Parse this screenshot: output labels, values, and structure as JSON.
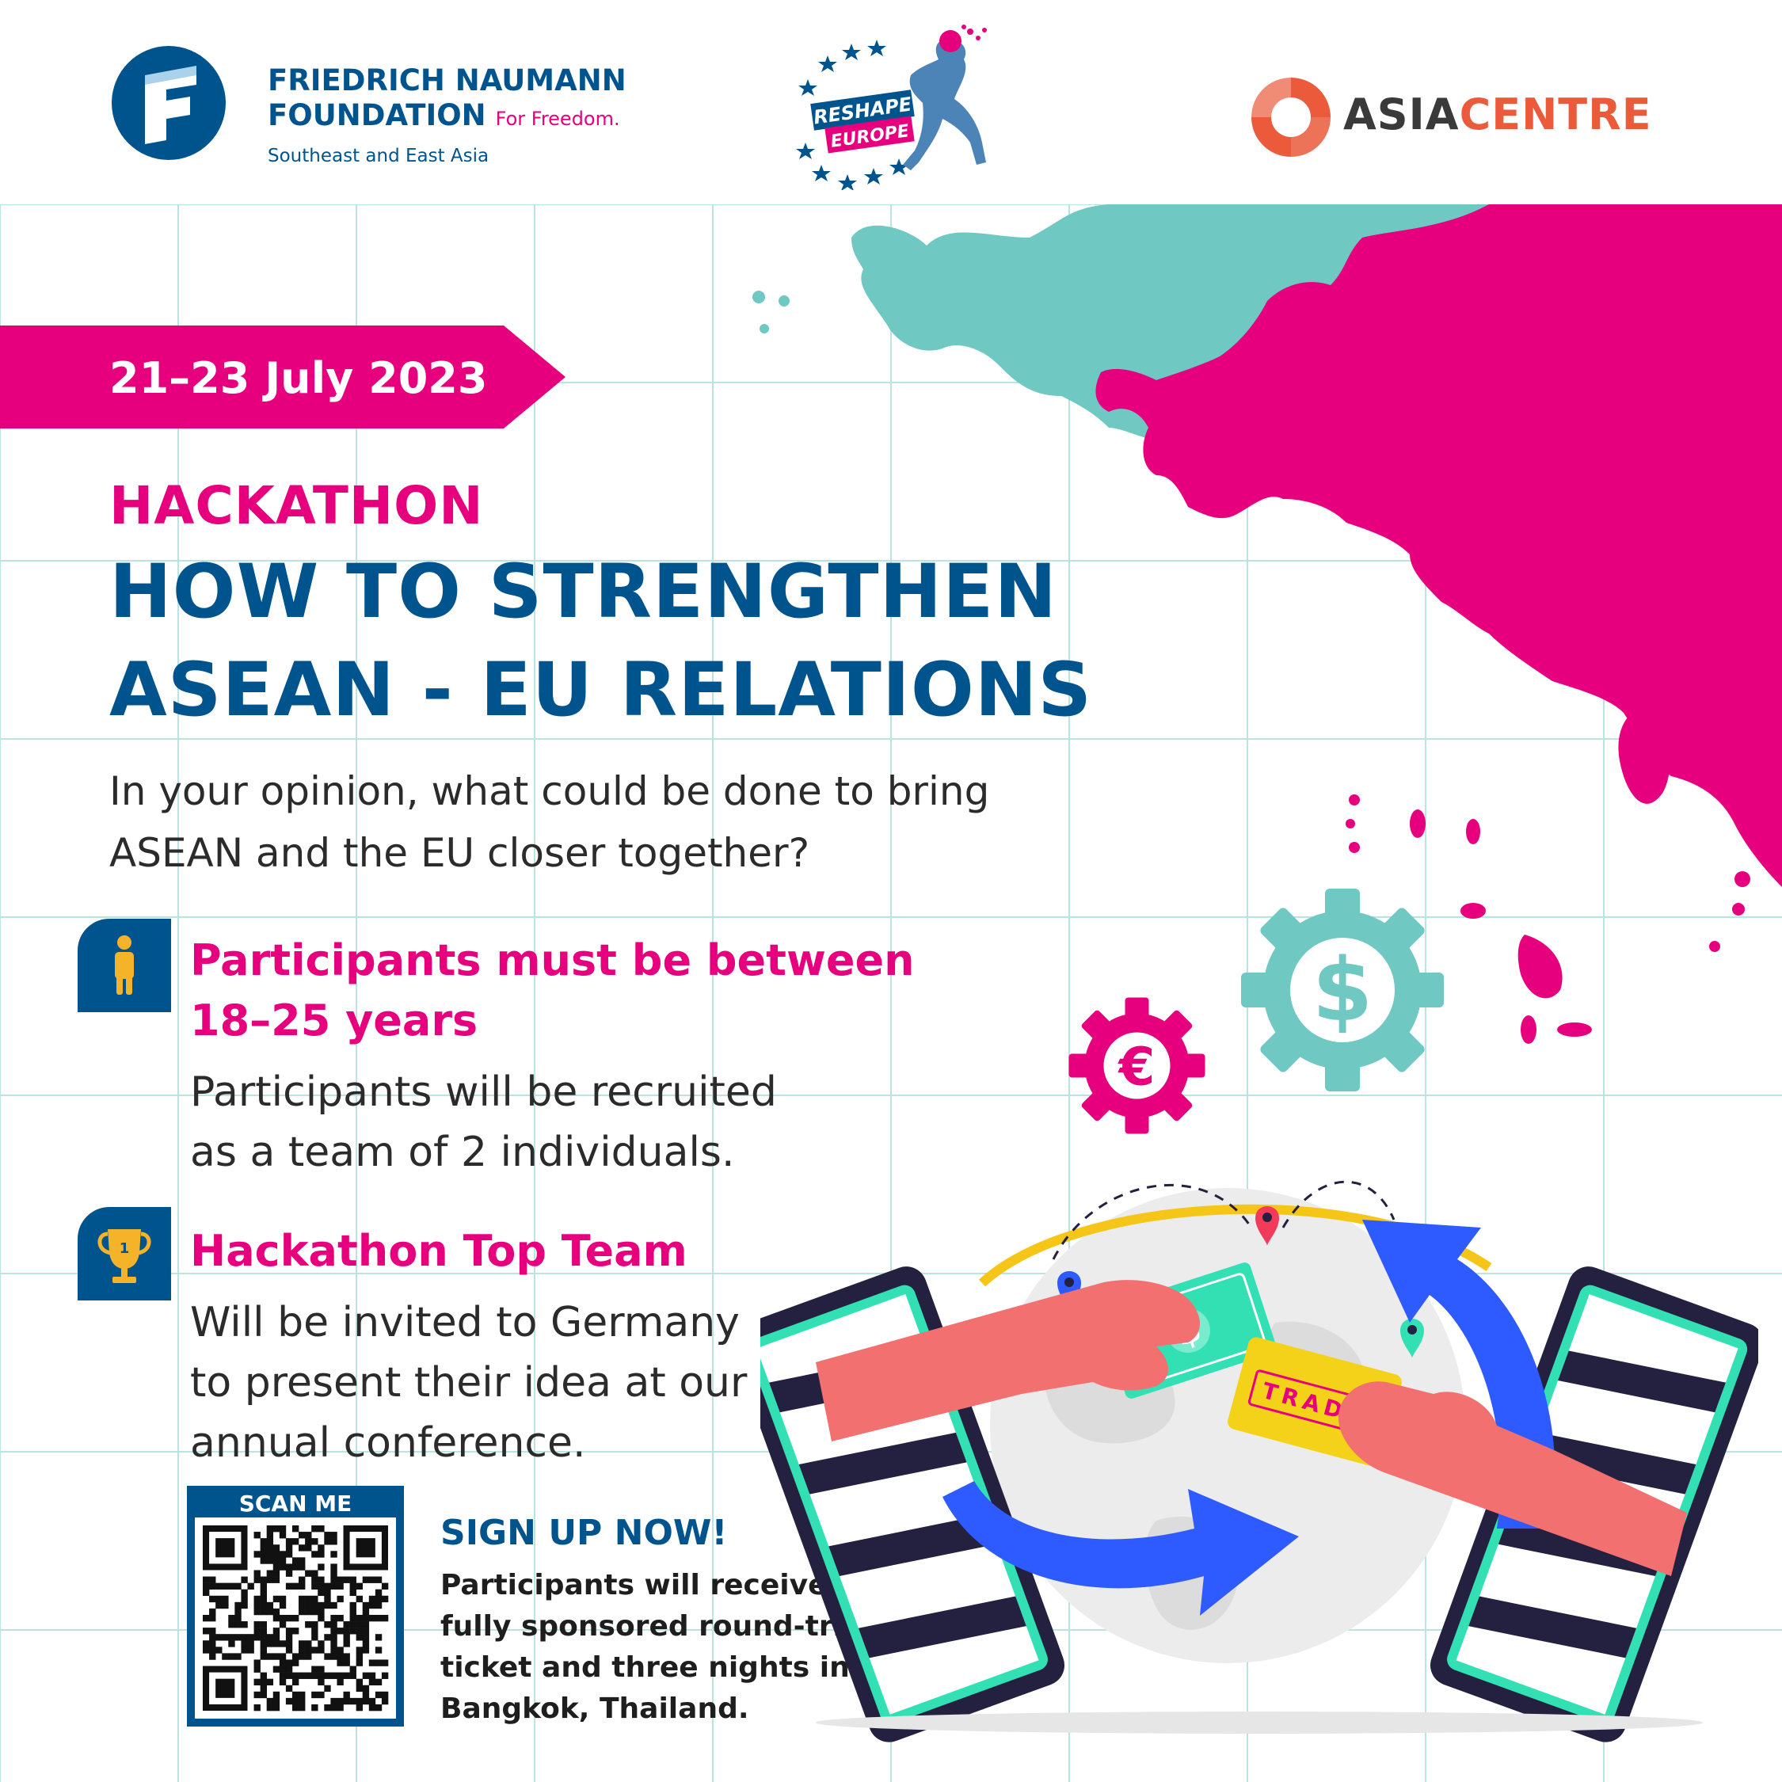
{
  "header": {
    "fnf_name_line1": "FRIEDRICH NAUMANN",
    "fnf_name_line2": "FOUNDATION",
    "fnf_tagline": "For Freedom.",
    "fnf_region": "Southeast and East Asia",
    "reshape_line1": "RESHAPE",
    "reshape_line2": "EUROPE",
    "asiacentre_part1": "ASIA",
    "asiacentre_part2": "CENTRE"
  },
  "event": {
    "date": "21–23 July 2023",
    "kicker": "HACKATHON",
    "title_line1": "HOW TO STRENGTHEN",
    "title_line2": "ASEAN - EU RELATIONS",
    "question_line1": "In your opinion, what could be done to bring",
    "question_line2": "ASEAN and the EU closer together?"
  },
  "criteria": [
    {
      "icon": "person-icon",
      "heading_line1": "Participants must be between",
      "heading_line2": "18–25 years",
      "body_line1": "Participants will be recruited",
      "body_line2": "as a team of 2 individuals."
    },
    {
      "icon": "trophy-icon",
      "heading_line1": "Hackathon Top Team",
      "body_line1": "Will be invited to Germany",
      "body_line2": "to present their idea at our",
      "body_line3": "annual conference."
    }
  ],
  "signup": {
    "scan_label": "SCAN ME",
    "heading": "SIGN UP NOW!",
    "body_line1": "Participants will receive a",
    "body_line2": "fully sponsored round-trip",
    "body_line3": "ticket and three nights in",
    "body_line4": "Bangkok, Thailand."
  },
  "illustration": {
    "trade_label": "TRADE",
    "euro_symbol": "€",
    "dollar_symbol": "$",
    "trophy_number": "1"
  },
  "colors": {
    "brand_blue": "#00548d",
    "brand_pink": "#e6007e",
    "teal": "#6fc8c2",
    "asiacentre_orange": "#ea5a3b",
    "asiacentre_dark": "#3a3a3a",
    "arrow_blue": "#2e5bff",
    "hand_salmon": "#f27070",
    "phone_navy": "#24203f",
    "phone_green": "#32e0b4",
    "gold": "#f5c518"
  }
}
